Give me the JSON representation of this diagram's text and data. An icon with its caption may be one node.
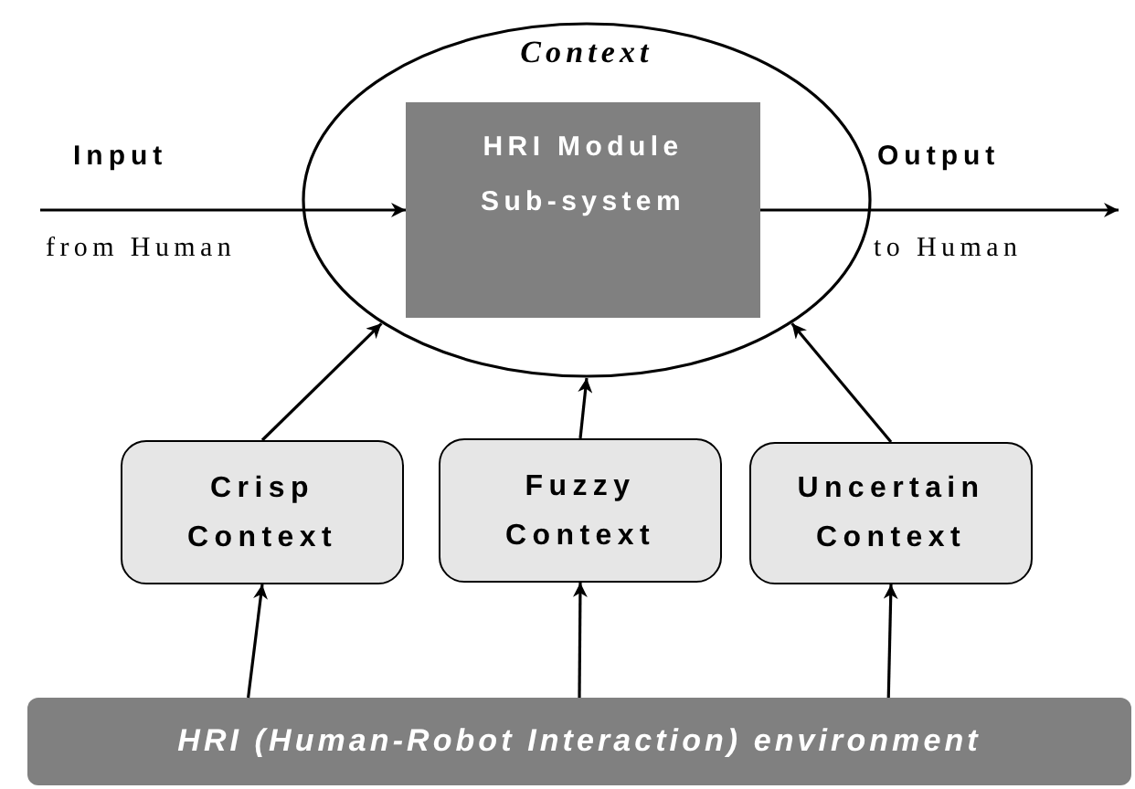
{
  "diagram": {
    "nodes": [
      {
        "text": [
          "Context"
        ]
      },
      {
        "text": [
          "HRI Module Sub-system"
        ],
        "in": 0
      },
      {
        "text": [
          "Crisp Context"
        ]
      },
      {
        "text": [
          "Fuzzy Context"
        ]
      },
      {
        "text": [
          "Uncertain Context"
        ]
      },
      {
        "text": [
          "HRI (Human-Robot Interaction) environment"
        ]
      }
    ],
    "edges": [
      {
        "from": null,
        "to": 1,
        "arrow": "to"
      },
      {
        "from": 1,
        "to": null,
        "arrow": "to"
      },
      {
        "from": 2,
        "to": 0,
        "arrow": "to"
      },
      {
        "from": 3,
        "to": 0,
        "arrow": "to"
      },
      {
        "from": 4,
        "to": 0,
        "arrow": "to"
      },
      {
        "from": 5,
        "to": 2,
        "arrow": "to"
      },
      {
        "from": 5,
        "to": 3,
        "arrow": "to"
      },
      {
        "from": 5,
        "to": 4,
        "arrow": "to"
      }
    ],
    "labels": [
      "Input",
      "from Human",
      "Output",
      "to Human"
    ]
  }
}
